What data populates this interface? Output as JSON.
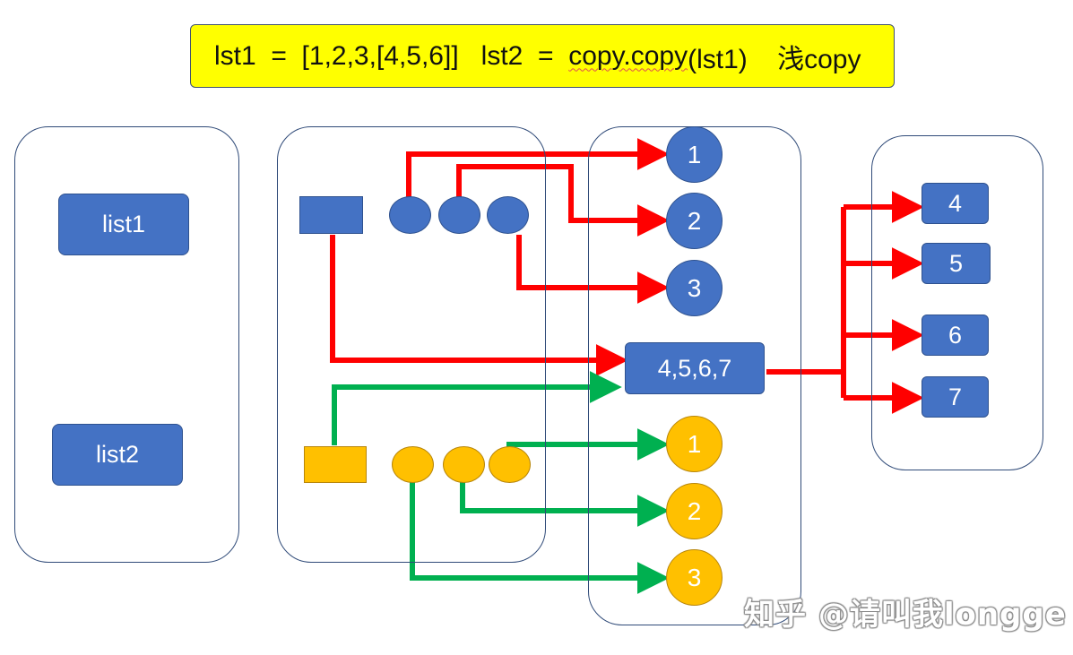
{
  "title": {
    "prefix": "lst1  =  [1,2,3,[4,5,6]]   lst2  =  ",
    "copy_call": "copy.copy",
    "suffix": "(lst1)    浅copy"
  },
  "variables": {
    "list1": "list1",
    "list2": "list2"
  },
  "objects": {
    "blue": [
      "1",
      "2",
      "3"
    ],
    "gold": [
      "1",
      "2",
      "3"
    ],
    "shared_inner": "4,5,6,7"
  },
  "inner_items": [
    "4",
    "5",
    "6",
    "7"
  ],
  "watermark": "知乎 @请叫我longge",
  "colors": {
    "title_bg": "#ffff00",
    "blue": "#4472c4",
    "gold": "#ffc000",
    "red_arrow": "#ff0000",
    "green_arrow": "#00b050"
  }
}
